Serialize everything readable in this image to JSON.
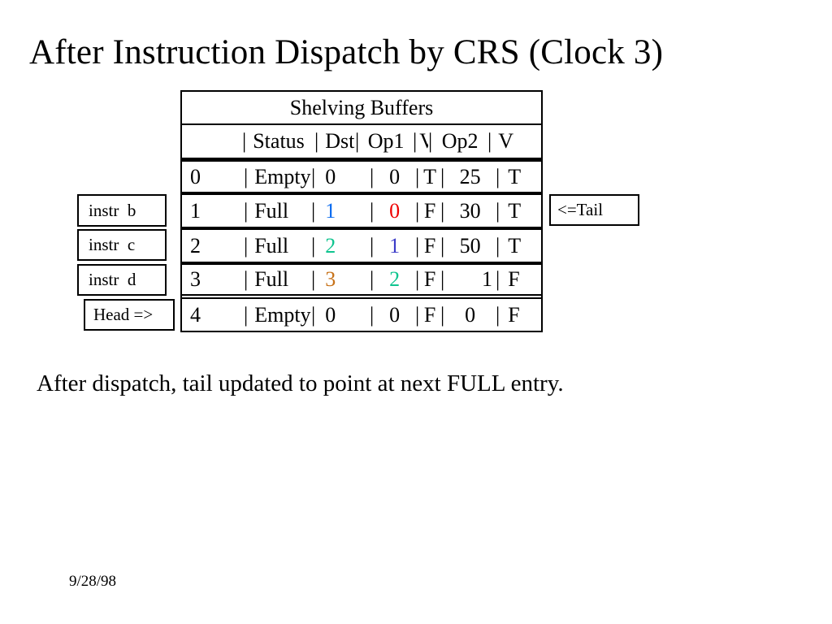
{
  "slide": {
    "title": "After Instruction Dispatch by CRS (Clock 3)",
    "caption": "After dispatch, tail updated to point at next FULL entry.",
    "date": "9/28/98"
  },
  "side_labels": {
    "instr_b": "instr  b",
    "instr_c": "instr  c",
    "instr_d": "instr  d",
    "head_pointer": "Head =>",
    "tail_pointer": "<=Tail"
  },
  "table": {
    "title": "Shelving Buffers",
    "separator": "|",
    "header": {
      "status": "Status",
      "dst": "Dst",
      "op1": "Op1",
      "v1": "V",
      "op2": "Op2",
      "v2": "V"
    },
    "rows": [
      {
        "index": "0",
        "status": "Empty",
        "dst": "0",
        "op1": "0",
        "v1": "T",
        "op2": "25",
        "v2": "T",
        "dst_color": "#000000",
        "op1_color": "#000000"
      },
      {
        "index": "1",
        "status": "Full",
        "dst": "1",
        "op1": "0",
        "v1": "F",
        "op2": "30",
        "v2": "T",
        "dst_color": "#0B6CF0",
        "op1_color": "#EE0000"
      },
      {
        "index": "2",
        "status": "Full",
        "dst": "2",
        "op1": "1",
        "v1": "F",
        "op2": "50",
        "v2": "T",
        "dst_color": "#0FC48F",
        "op1_color": "#3C3CC8"
      },
      {
        "index": "3",
        "status": "Full",
        "dst": "3",
        "op1": "2",
        "v1": "F",
        "op2": "1",
        "v2": "F",
        "dst_color": "#C77219",
        "op1_color": "#0FC48F"
      },
      {
        "index": "4",
        "status": "Empty",
        "dst": "0",
        "op1": "0",
        "v1": "F",
        "op2": "0",
        "v2": "F",
        "dst_color": "#000000",
        "op1_color": "#000000"
      }
    ]
  },
  "colors": {
    "text": "#000000",
    "background": "#FFFFFF",
    "red": "#EE0000",
    "bright_blue": "#0B6CF0",
    "indigo_blue": "#3C3CC8",
    "teal_green": "#0FC48F",
    "orange": "#C77219"
  }
}
